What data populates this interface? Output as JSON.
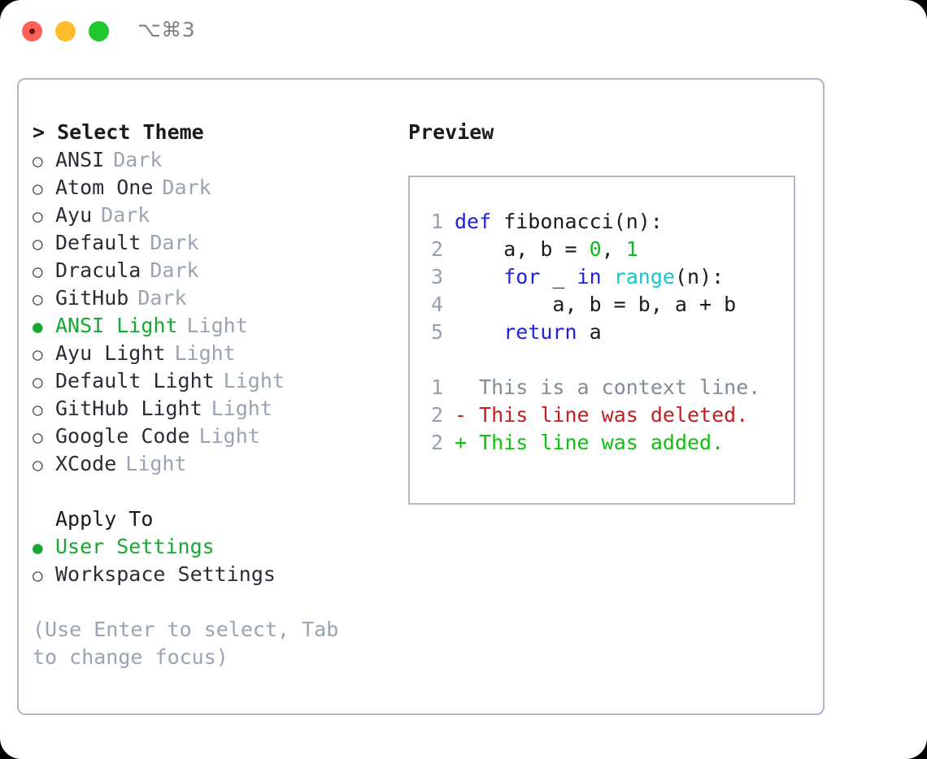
{
  "window": {
    "shortcut": "⌥⌘3",
    "traffic_lights": [
      {
        "name": "close-button",
        "color": "#ff6159"
      },
      {
        "name": "minimize-button",
        "color": "#ffbd2e"
      },
      {
        "name": "maximize-button",
        "color": "#1fc72f"
      }
    ]
  },
  "theme_picker": {
    "title": "> Select Theme",
    "selected_theme": "ANSI Light",
    "options": [
      {
        "marker": "○",
        "label": "ANSI",
        "tag": "Dark",
        "selected": false
      },
      {
        "marker": "○",
        "label": "Atom One",
        "tag": "Dark",
        "selected": false
      },
      {
        "marker": "○",
        "label": "Ayu",
        "tag": "Dark",
        "selected": false
      },
      {
        "marker": "○",
        "label": "Default",
        "tag": "Dark",
        "selected": false
      },
      {
        "marker": "○",
        "label": "Dracula",
        "tag": "Dark",
        "selected": false
      },
      {
        "marker": "○",
        "label": "GitHub",
        "tag": "Dark",
        "selected": false
      },
      {
        "marker": "●",
        "label": "ANSI Light",
        "tag": "Light",
        "selected": true
      },
      {
        "marker": "○",
        "label": "Ayu Light",
        "tag": "Light",
        "selected": false
      },
      {
        "marker": "○",
        "label": "Default Light",
        "tag": "Light",
        "selected": false
      },
      {
        "marker": "○",
        "label": "GitHub Light",
        "tag": "Light",
        "selected": false
      },
      {
        "marker": "○",
        "label": "Google Code",
        "tag": "Light",
        "selected": false
      },
      {
        "marker": "○",
        "label": "XCode",
        "tag": "Light",
        "selected": false
      }
    ]
  },
  "apply_to": {
    "title": "Apply To",
    "selected": "User Settings",
    "options": [
      {
        "marker": "●",
        "label": "User Settings",
        "selected": true
      },
      {
        "marker": "○",
        "label": "Workspace Settings",
        "selected": false
      }
    ]
  },
  "hint": "(Use Enter to select, Tab to change focus)",
  "preview": {
    "title": "Preview",
    "code_lines": [
      {
        "number": "1",
        "tokens": [
          {
            "text": "def",
            "type": "kw"
          },
          {
            "text": " fibonacci(n):",
            "type": "plain"
          }
        ]
      },
      {
        "number": "2",
        "tokens": [
          {
            "text": "    a, b = ",
            "type": "plain"
          },
          {
            "text": "0",
            "type": "num"
          },
          {
            "text": ", ",
            "type": "plain"
          },
          {
            "text": "1",
            "type": "num"
          }
        ]
      },
      {
        "number": "3",
        "tokens": [
          {
            "text": "    ",
            "type": "plain"
          },
          {
            "text": "for",
            "type": "kw"
          },
          {
            "text": " _ ",
            "type": "plain"
          },
          {
            "text": "in",
            "type": "kw"
          },
          {
            "text": " ",
            "type": "plain"
          },
          {
            "text": "range",
            "type": "fn"
          },
          {
            "text": "(n):",
            "type": "plain"
          }
        ]
      },
      {
        "number": "4",
        "tokens": [
          {
            "text": "        a, b = b, a + b",
            "type": "plain"
          }
        ]
      },
      {
        "number": "5",
        "tokens": [
          {
            "text": "    ",
            "type": "plain"
          },
          {
            "text": "return",
            "type": "kw"
          },
          {
            "text": " a",
            "type": "plain"
          }
        ]
      }
    ],
    "diff_lines": [
      {
        "number": "1",
        "sign": " ",
        "text": "This is a context line.",
        "kind": "context"
      },
      {
        "number": "2",
        "sign": "-",
        "text": "This line was deleted.",
        "kind": "deleted"
      },
      {
        "number": "2",
        "sign": "+",
        "text": "This line was added.",
        "kind": "added"
      }
    ]
  },
  "colors": {
    "keyword": "#2020e0",
    "function": "#10c8c8",
    "number": "#10b820",
    "line_number": "#97a0ad",
    "diff_context": "#808c98",
    "diff_deleted": "#c02020",
    "diff_added": "#10c010",
    "selected": "#16a830",
    "muted": "#9aa4b2",
    "border": "#aeb8c6"
  }
}
